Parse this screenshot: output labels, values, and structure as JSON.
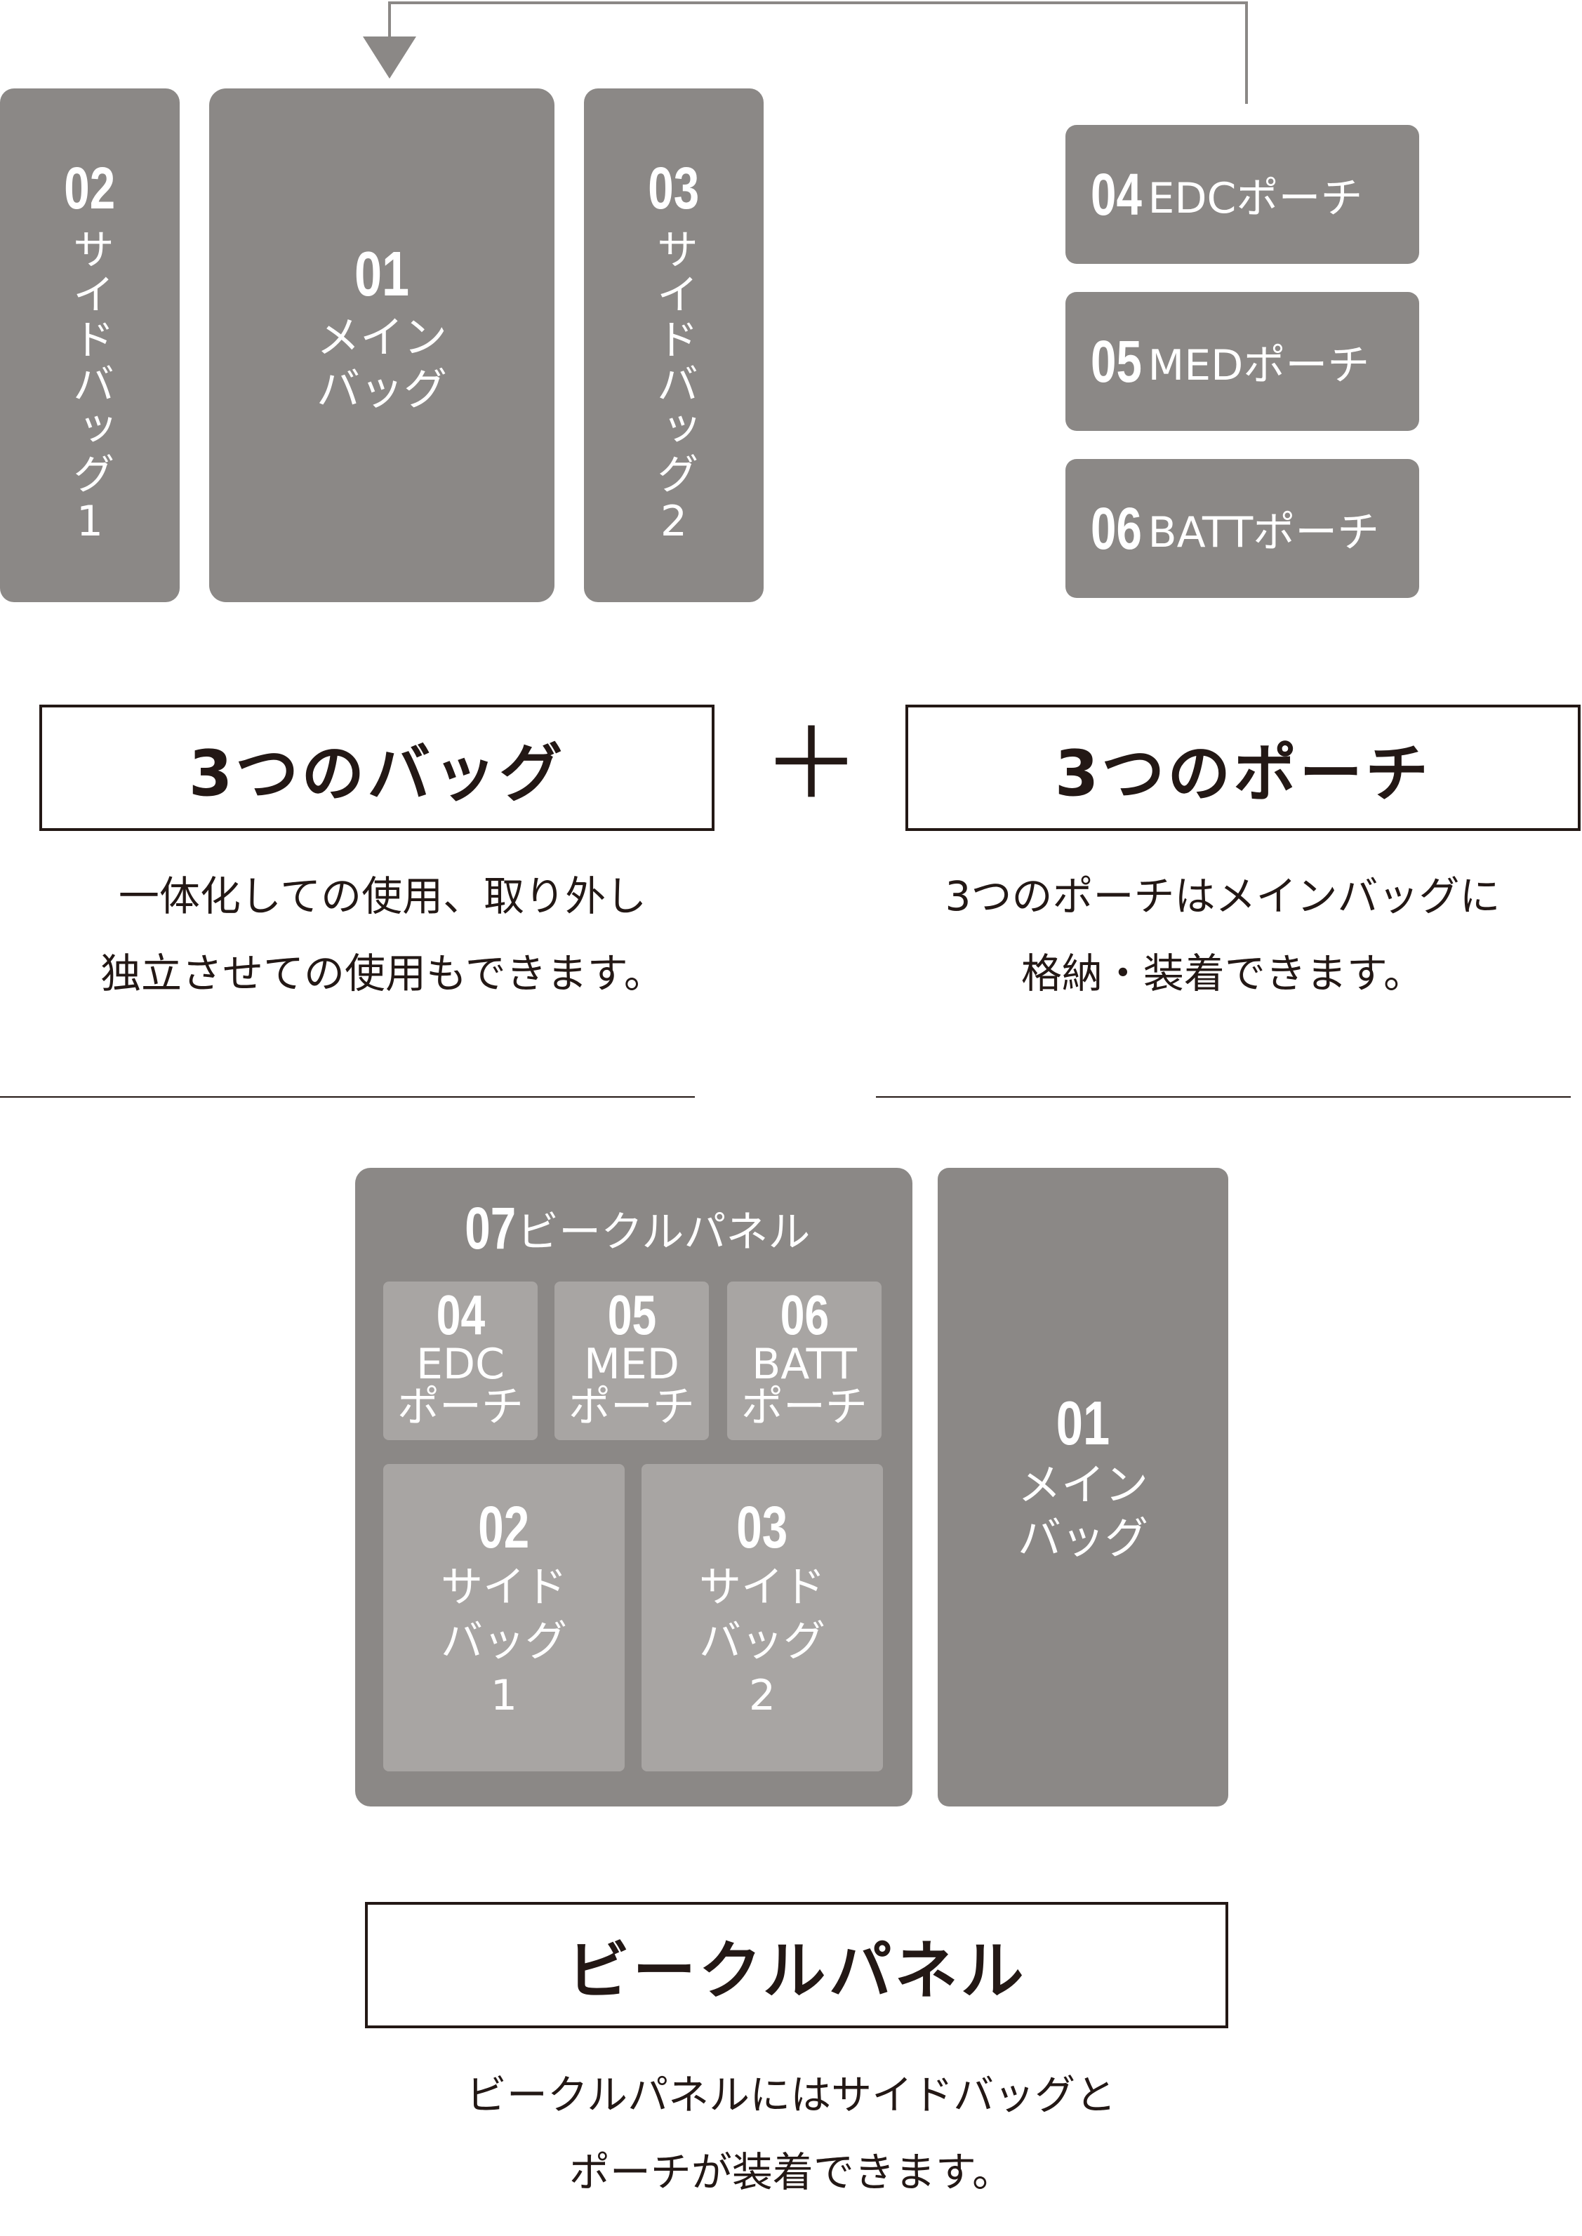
{
  "bags": {
    "main": {
      "num": "01",
      "lines": [
        "メイン",
        "バッグ"
      ]
    },
    "side1": {
      "num": "02",
      "label": "サイドバッグ1"
    },
    "side2": {
      "num": "03",
      "label": "サイドバッグ2"
    }
  },
  "pouches": [
    {
      "num": "04",
      "label": "EDCポーチ"
    },
    {
      "num": "05",
      "label": "MEDポーチ"
    },
    {
      "num": "06",
      "label": "BATTポーチ"
    }
  ],
  "bags_title": "3つのバッグ",
  "pouches_title": "3つのポーチ",
  "plus": "＋",
  "bags_desc": [
    "一体化しての使用、取り外し",
    "独立させての使用もできます。"
  ],
  "pouches_desc": [
    "3つのポーチはメインバッグに",
    "格納・装着できます。"
  ],
  "panel": {
    "num": "07",
    "label": "ビークルパネル",
    "pouches": [
      {
        "num": "04",
        "line1": "EDC",
        "line2": "ポーチ"
      },
      {
        "num": "05",
        "line1": "MED",
        "line2": "ポーチ"
      },
      {
        "num": "06",
        "line1": "BATT",
        "line2": "ポーチ"
      }
    ],
    "side_bags": [
      {
        "num": "02",
        "lines": [
          "サイド",
          "バッグ",
          "1"
        ]
      },
      {
        "num": "03",
        "lines": [
          "サイド",
          "バッグ",
          "2"
        ]
      }
    ],
    "main": {
      "num": "01",
      "lines": [
        "メイン",
        "バッグ"
      ]
    }
  },
  "panel_title": "ビークルパネル",
  "panel_desc": [
    "ビークルパネルにはサイドバッグと",
    "ポーチが装着できます。"
  ],
  "colors": {
    "dark": "#8b8886",
    "light": "#a8a5a3",
    "ink": "#231815"
  }
}
